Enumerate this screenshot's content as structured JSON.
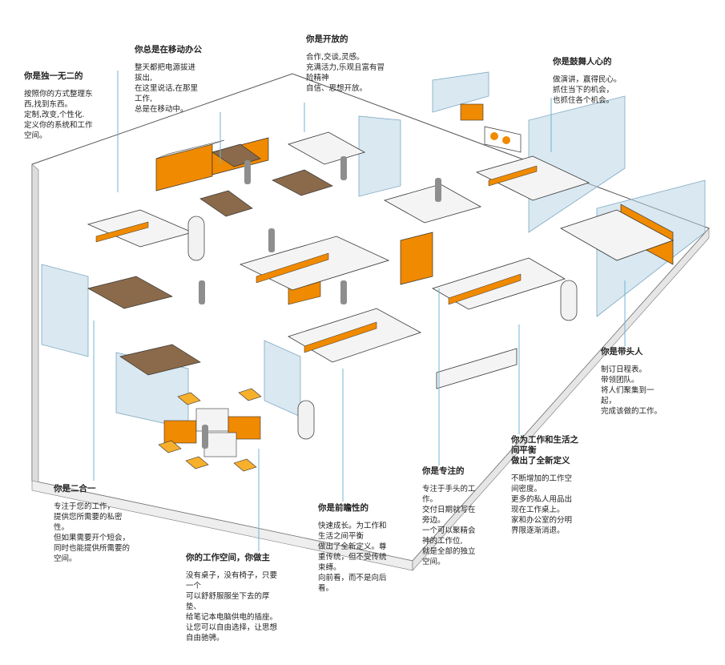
{
  "callouts": {
    "unique": {
      "title": "你是独一无二的",
      "lines": [
        "按照你的方式整理东",
        "西,找到东西。",
        "定制,改变,个性化.",
        "定义你的系统和工作",
        "空间。"
      ]
    },
    "mobile": {
      "title": "你总是在移动办公",
      "lines": [
        "整天都把电源拔进",
        "拔出,",
        "在这里说话,在那里",
        "工作,",
        "总是在移动中。"
      ]
    },
    "open": {
      "title": "你是开放的",
      "lines": [
        "合作,交谈,灵感。",
        "充满活力,乐观且富有冒",
        "险精神",
        "自信、思想开放。"
      ]
    },
    "inspiring": {
      "title": "你是鼓舞人心的",
      "lines": [
        "做演讲，赢得民心。",
        "抓住当下的机会，",
        "也抓住各个机会。"
      ]
    },
    "leader": {
      "title": "你是带头人",
      "lines": [
        "制订日程表。",
        "带领团队。",
        "将人们聚集到一",
        "起，",
        "完成该做的工作。"
      ]
    },
    "balance": {
      "title_lines": [
        "你为工作和生活之",
        "间平衡",
        "做出了全新定义"
      ],
      "lines": [
        "不断增加的工作空",
        "间密度。",
        "更多的私人用品出",
        "现在工作桌上。",
        "家和办公室的分明",
        "界限逐渐消退。"
      ]
    },
    "focused": {
      "title": "你是专注的",
      "lines": [
        "专注于手头的工",
        "作。",
        "交付日期就写在",
        "旁边。",
        "一个可以聚精会",
        "神的工作位,",
        "就是全部的独立",
        "空间。"
      ]
    },
    "forward": {
      "title": "你是前瞻性的",
      "lines": [
        "快速成长。为工作和",
        "生活之间平衡",
        "做出了全新定义。尊",
        "重传统，但不受传统",
        "束缚。",
        "向前看，而不是向后",
        "看。"
      ]
    },
    "twoinone": {
      "title": "你是二合一",
      "lines": [
        "专注于您的工作，",
        "提供您所需要的私密",
        "性。",
        "但如果需要开个短会，",
        "同时也能提供所需要的",
        "空间。"
      ]
    },
    "yourspace": {
      "title": "你的工作空间，你做主",
      "lines": [
        "没有桌子，没有椅子，只要",
        "一个",
        "可以舒舒服服坐下去的厚",
        "垫、",
        "给笔记本电脑供电的插座。",
        "让您可以自由选择，让思想",
        "自由驰骋。"
      ]
    }
  },
  "colors": {
    "accent": "#f08a00",
    "accent_light": "#f6b02c",
    "wall": "#a8c7da",
    "leader_line": "#6fb4d4",
    "desk_wood": "#8a6a4a",
    "desk_white": "#f4f4f4",
    "floor": "#ffffff",
    "outline": "#333333"
  }
}
